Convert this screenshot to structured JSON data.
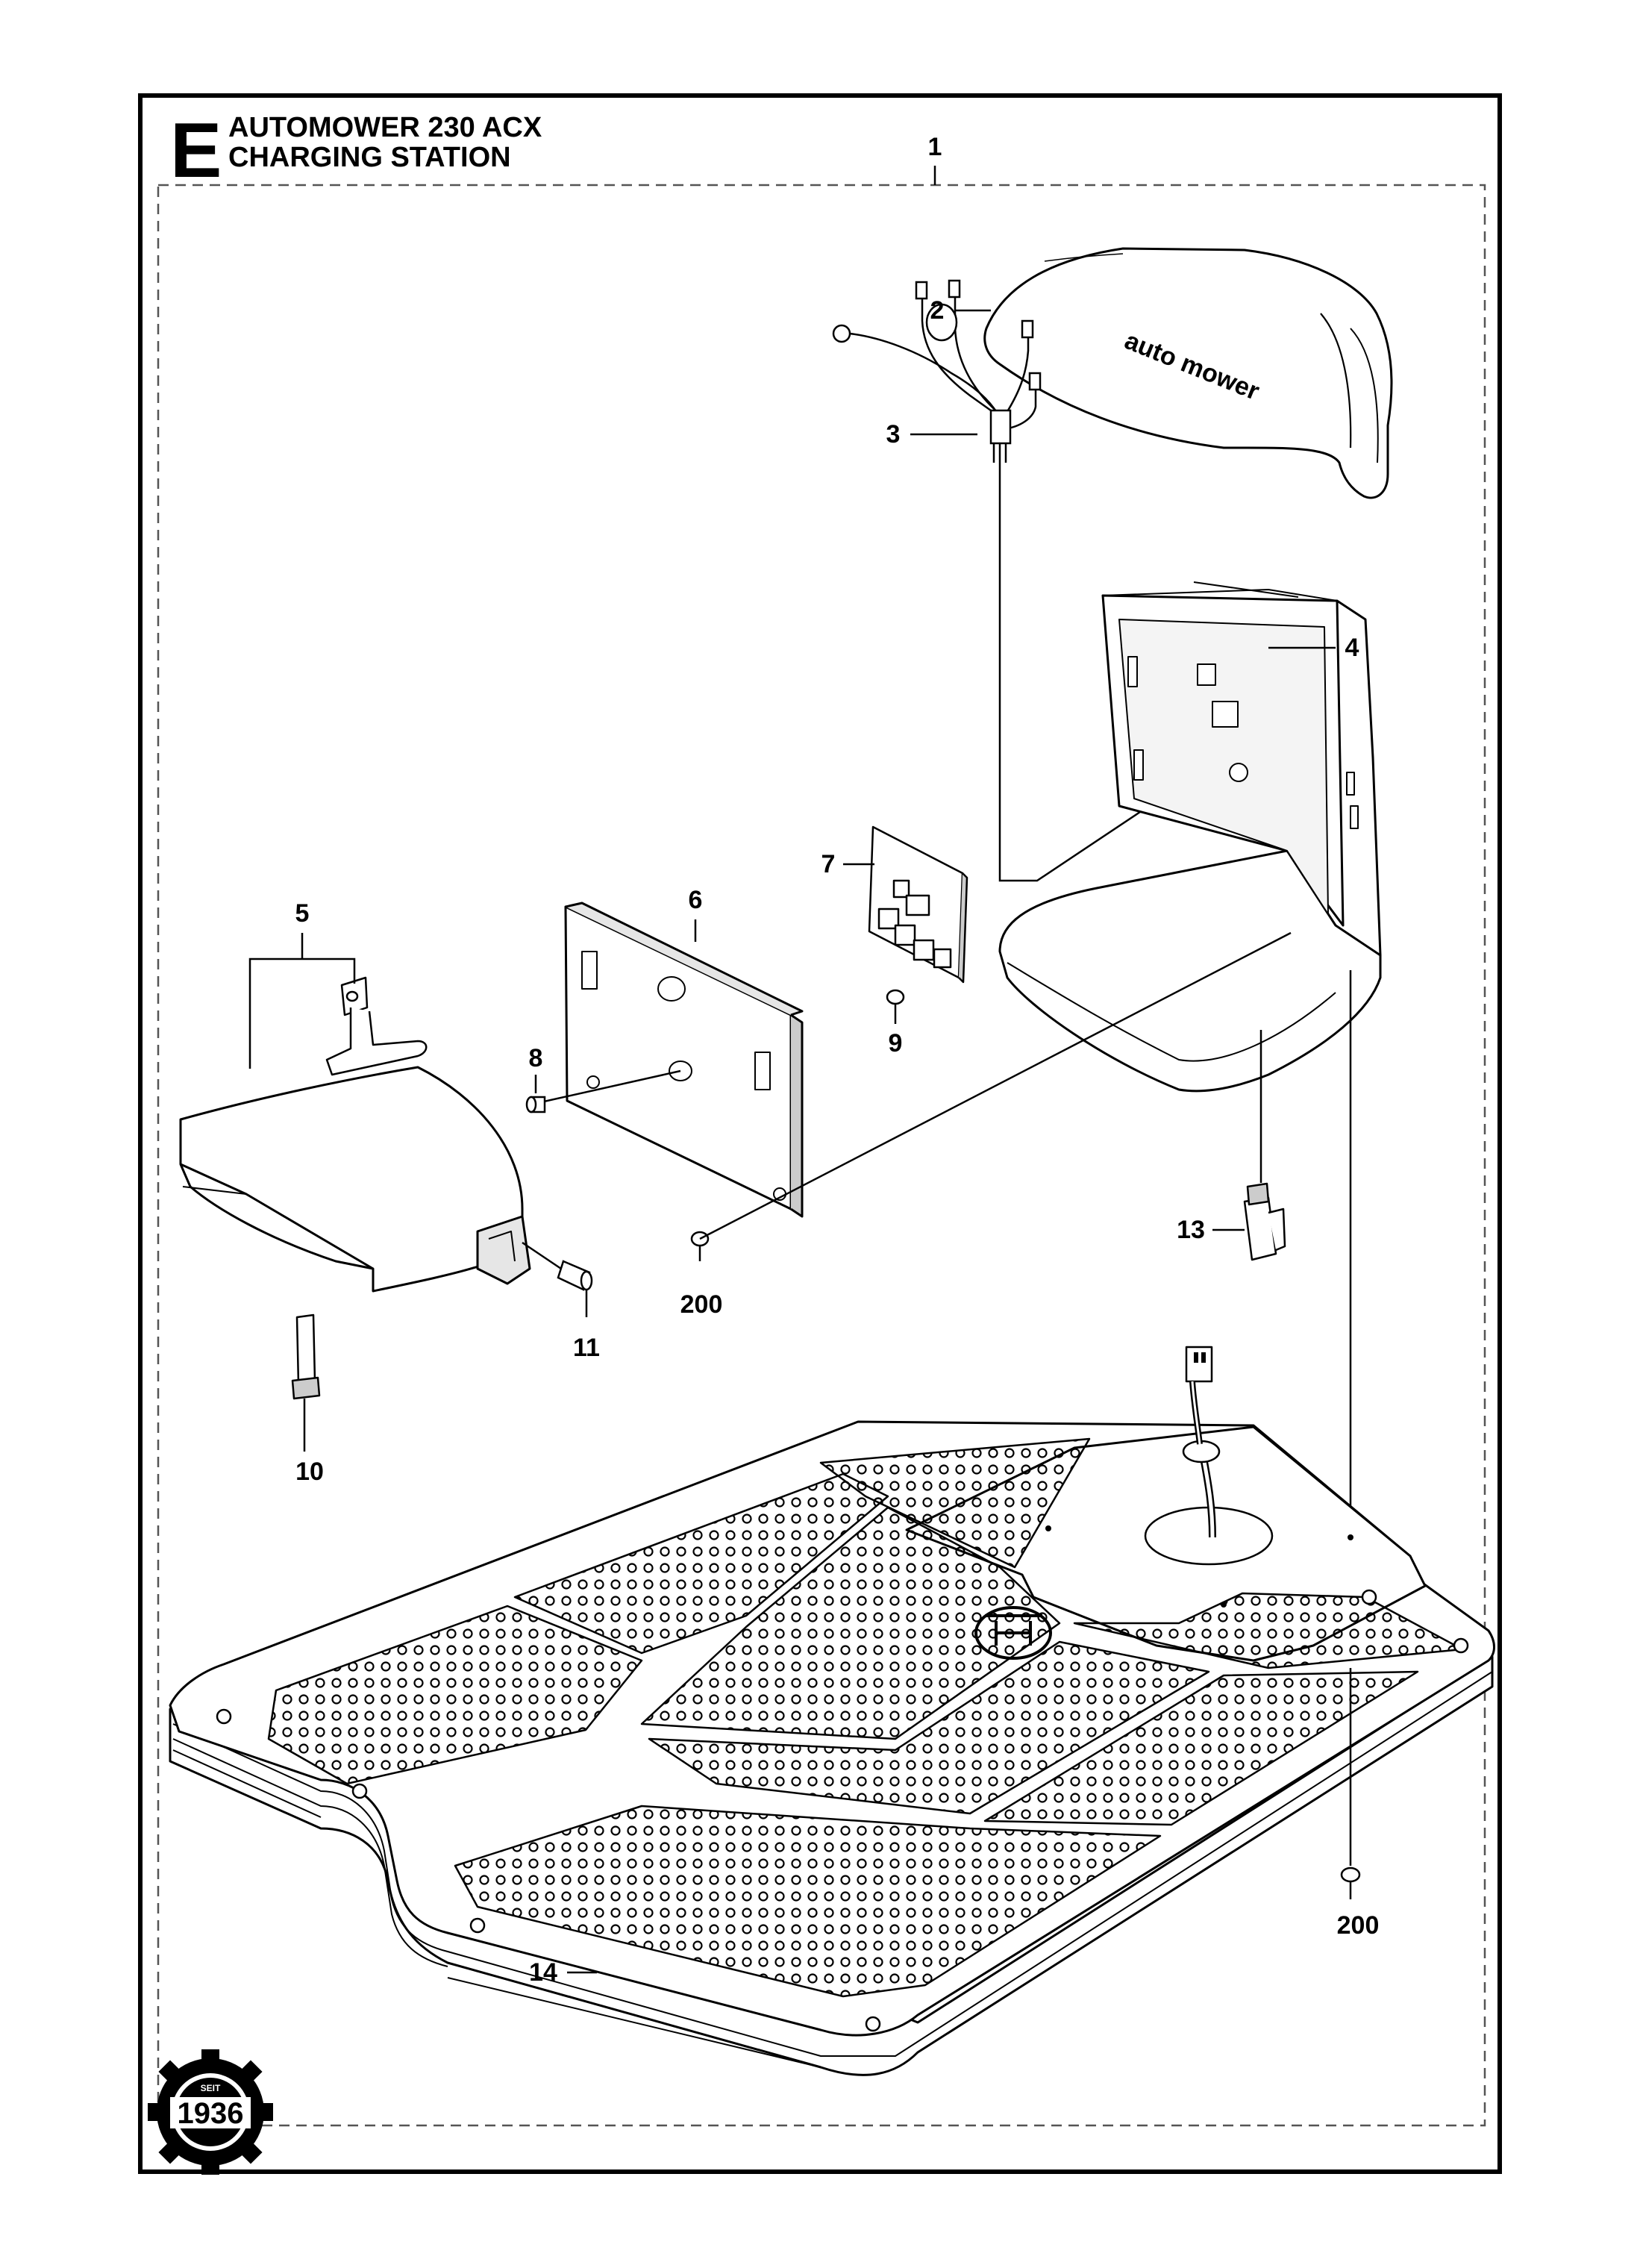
{
  "header": {
    "section_letter": "E",
    "model": "AUTOMOWER 230 ACX",
    "assembly": "CHARGING STATION"
  },
  "cover_logo_text": "auto mower",
  "callouts": [
    "1",
    "2",
    "3",
    "4",
    "5",
    "6",
    "7",
    "8",
    "9",
    "10",
    "11",
    "13",
    "14",
    "200",
    "200"
  ],
  "stamp": {
    "text": "1936",
    "small_text": "SEIT"
  },
  "colors": {
    "line": "#000000",
    "background": "#ffffff",
    "fill_light": "#ffffff",
    "shade": "#d9d9d9"
  }
}
